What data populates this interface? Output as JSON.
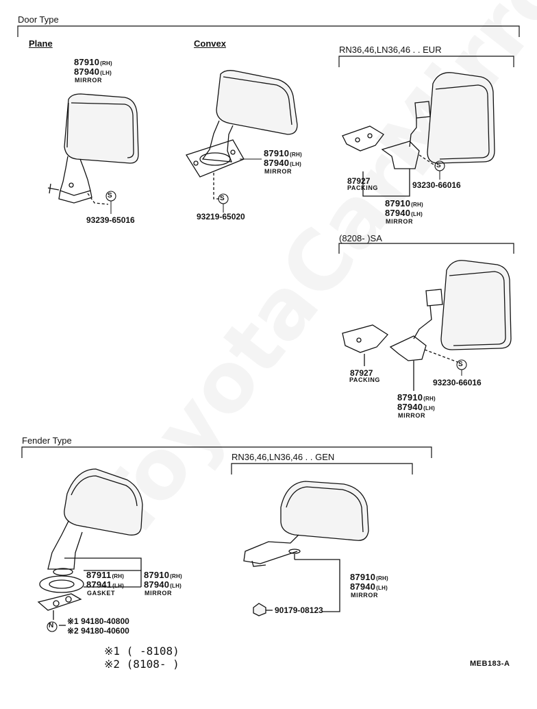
{
  "watermark": "ToyotaCarMirror",
  "sections": {
    "door_type": "Door Type",
    "fender_type": "Fender Type"
  },
  "door": {
    "plane": {
      "title": "Plane",
      "rh": "87910",
      "rh_tag": "(RH)",
      "lh": "87940",
      "lh_tag": "(LH)",
      "caption": "MIRROR",
      "screw": "93239-65016"
    },
    "convex": {
      "title": "Convex",
      "rh": "87910",
      "rh_tag": "(RH)",
      "lh": "87940",
      "lh_tag": "(LH)",
      "caption": "MIRROR",
      "screw": "93219-65020"
    },
    "eur": {
      "model": "RN36,46,LN36,46 . . EUR",
      "packing_num": "87927",
      "packing_caption": "PACKING",
      "screw": "93230-66016",
      "rh": "87910",
      "rh_tag": "(RH)",
      "lh": "87940",
      "lh_tag": "(LH)",
      "caption": "MIRROR"
    },
    "sa": {
      "model": "(8208-          )SA",
      "packing_num": "87927",
      "packing_caption": "PACKING",
      "screw": "93230-66016",
      "rh": "87910",
      "rh_tag": "(RH)",
      "lh": "87940",
      "lh_tag": "(LH)",
      "caption": "MIRROR"
    }
  },
  "fender": {
    "left": {
      "gasket_rh": "87911",
      "gasket_rh_tag": "(RH)",
      "gasket_lh": "87941",
      "gasket_lh_tag": "(LH)",
      "gasket_caption": "GASKET",
      "rh": "87910",
      "rh_tag": "(RH)",
      "lh": "87940",
      "lh_tag": "(LH)",
      "caption": "MIRROR",
      "nut1": "※1 94180-40800",
      "nut2": "※2 94180-40600"
    },
    "gen": {
      "model": "RN36,46,LN36,46 . . GEN",
      "rh": "87910",
      "rh_tag": "(RH)",
      "lh": "87940",
      "lh_tag": "(LH)",
      "caption": "MIRROR",
      "nut": "90179-08123"
    },
    "notes": [
      "※1 (        -8108)",
      "※2 (8108-          )"
    ]
  },
  "reference": "MEB183-A"
}
